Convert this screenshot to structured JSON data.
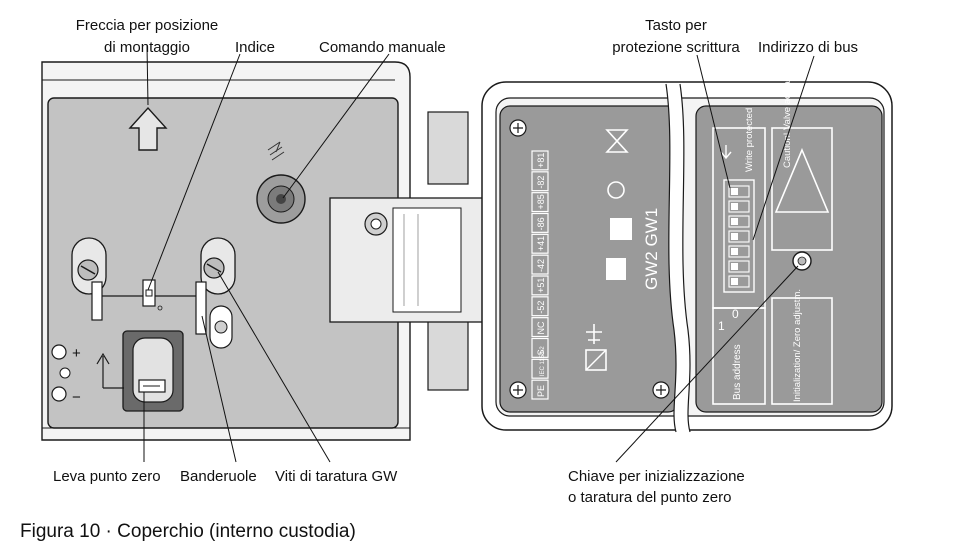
{
  "labels": {
    "arrow_line1": "Freccia per posizione",
    "arrow_line2": "di montaggio",
    "indice": "Indice",
    "comando": "Comando manuale",
    "tasto_line1": "Tasto per",
    "tasto_line2": "protezione scrittura",
    "indirizzo": "Indirizzo di bus",
    "leva": "Leva punto zero",
    "banderuole": "Banderuole",
    "viti": "Viti di taratura GW",
    "chiave_line1": "Chiave per inizializzazione",
    "chiave_line2": "o taratura del punto zero"
  },
  "caption": "Figura 10 · Coperchio (interno custodia)",
  "device_markings": {
    "model": "GW2 GW1",
    "terminals": [
      "PE",
      "IEC 1158-2",
      "S",
      "NC",
      "-52",
      "+51",
      "-42",
      "+41",
      "-86",
      "+85",
      "-82",
      "+81"
    ],
    "write_protected": "Write protected",
    "caution": "Caution! Valve actuates",
    "bus_address": "Bus address",
    "init": "Initialization/ Zero adjustm.",
    "switch_one": "1",
    "switch_zero": "0",
    "plus_sign": "+",
    "minus_sign": "−"
  }
}
